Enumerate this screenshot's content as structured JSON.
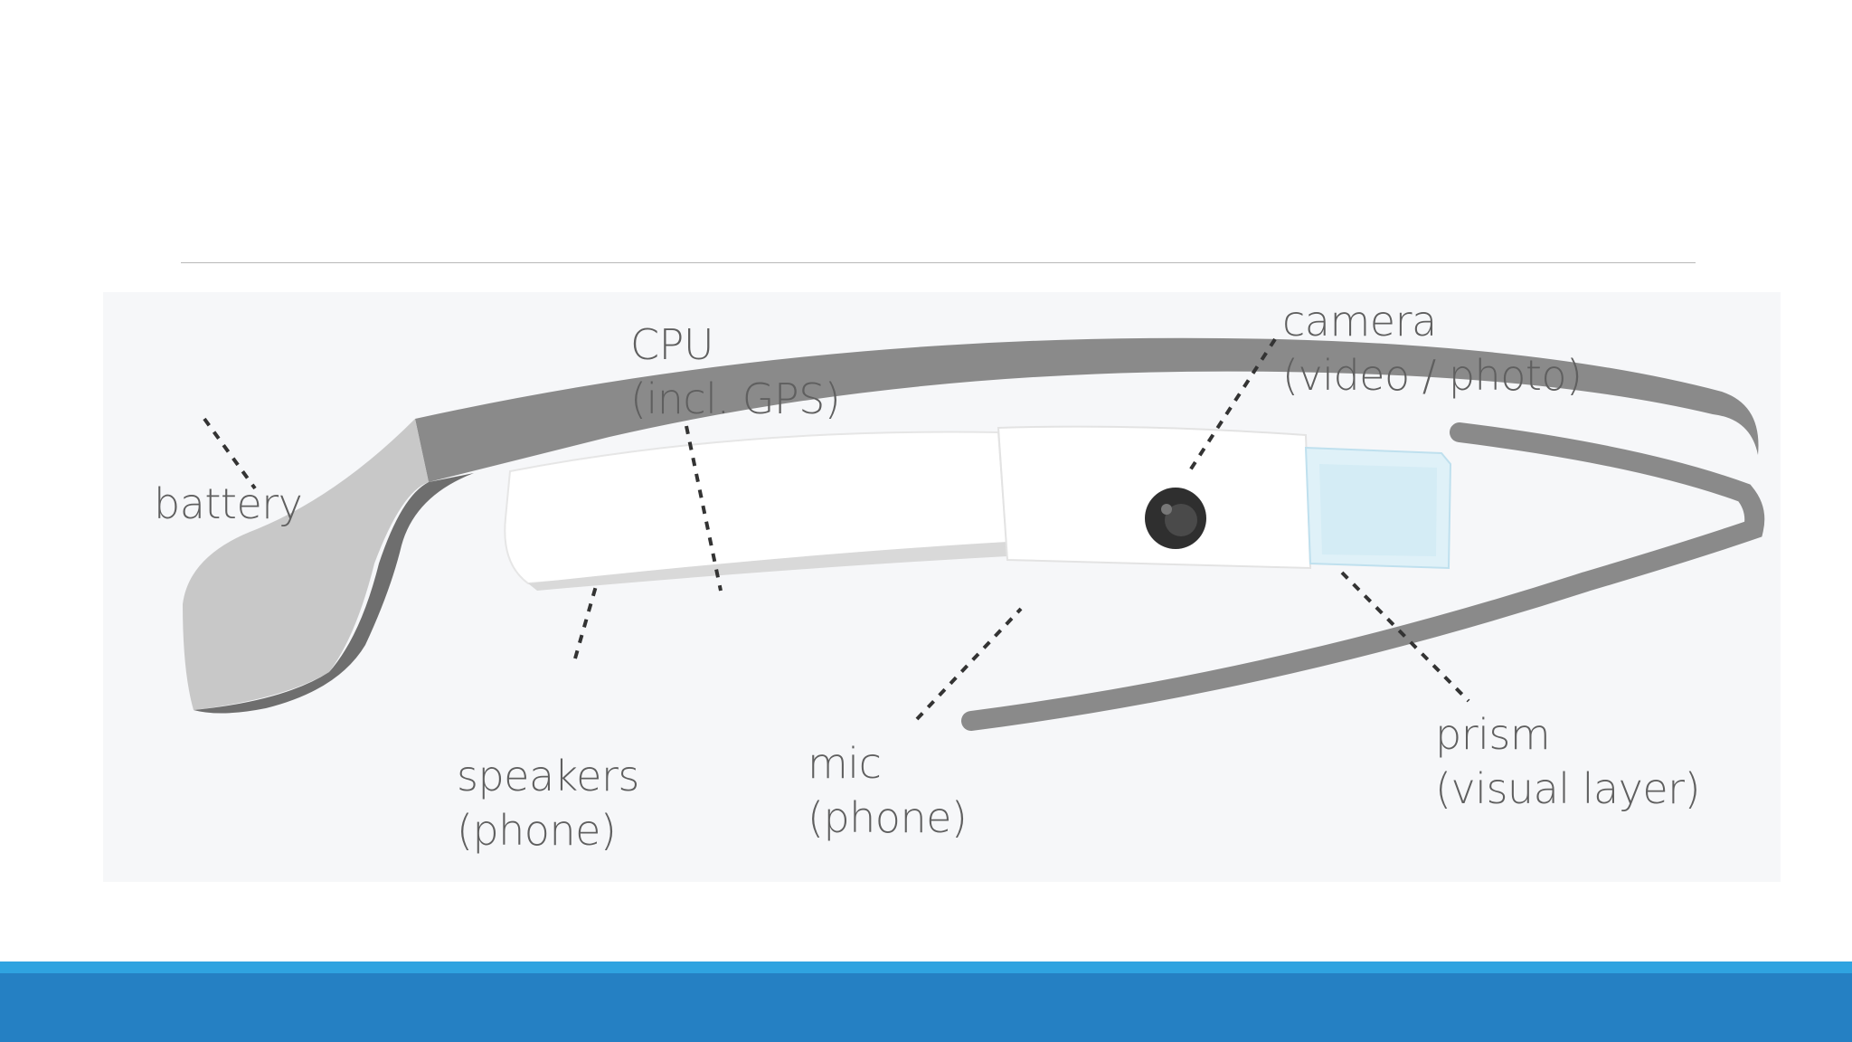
{
  "diagram": {
    "labels": {
      "battery": "battery",
      "cpu_line1": "CPU",
      "cpu_line2": "(incl. GPS)",
      "camera_line1": "camera",
      "camera_line2": "(video / photo)",
      "speakers_line1": "speakers",
      "speakers_line2": "(phone)",
      "mic_line1": "mic",
      "mic_line2": "(phone)",
      "prism_line1": "prism",
      "prism_line2": "(visual layer)"
    },
    "colors": {
      "frame": "#8a8a8a",
      "frame_dark": "#6e6e6e",
      "battery_pad": "#c8c8c8",
      "housing": "#ffffff",
      "prism": "#dff1f8",
      "camera_lens": "#333333",
      "label_text": "#5f5f5f",
      "leader_line": "#333333"
    }
  },
  "slide": {
    "accent_color": "#2fa3e0",
    "footer_color": "#2580c3"
  }
}
